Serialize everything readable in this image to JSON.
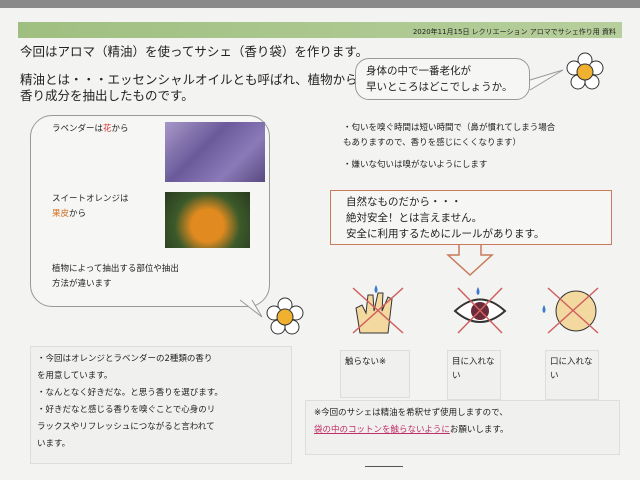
{
  "header": {
    "band_text": "2020年11月15日 レクリエーション アロマでサシェ作り用 資料"
  },
  "intro": {
    "line1": "今回はアロマ（精油）を使ってサシェ（香り袋）を作ります。",
    "line2": "精油とは・・・エッセンシャルオイルとも呼ばれ、植物から",
    "line3": "香り成分を抽出したものです。"
  },
  "bubble": {
    "line1": "身体の中で一番老化が",
    "line2": "早いところはどこでしょうか。"
  },
  "plants": {
    "lavender_pre": "ラベンダーは",
    "lavender_part": "花",
    "lavender_post": "から",
    "orange_line1": "スイートオレンジは",
    "orange_part": "果皮",
    "orange_post": "から",
    "note1": "植物によって抽出する部位や抽出",
    "note2": "方法が違います"
  },
  "tips": {
    "t1a": "・匂いを嗅ぐ時間は短い時間で（鼻が慣れてしまう場合",
    "t1b": "もありますので、香りを感じにくくなります）",
    "t2": "・嫌いな匂いは嗅がないようにします"
  },
  "warning": {
    "line1": "自然なものだから・・・",
    "line2": "絶対安全！とは言えません。",
    "line3": "安全に利用するためにルールがあります。"
  },
  "rules": [
    {
      "label": "触らない※"
    },
    {
      "label": "目に入れない"
    },
    {
      "label": "口に入れない"
    }
  ],
  "bottom_left": {
    "l1": "・今回はオレンジとラベンダーの2種類の香り",
    "l2": "を用意しています。",
    "l3": "・なんとなく好きだな。と思う香りを選びます。",
    "l4": "・好きだなと感じる香りを嗅ぐことで心身のリ",
    "l5": "ラックスやリフレッシュにつながると言われて",
    "l6": "います。"
  },
  "bottom_right": {
    "l1": "※今回のサシェは精油を希釈せず使用しますので、",
    "l2_link": "袋の中のコットンを触らないように",
    "l2_rest": "お願いします。"
  },
  "colors": {
    "band": "#a8c48a",
    "warning_border": "#c87a5a",
    "highlight": "#c0306a"
  }
}
